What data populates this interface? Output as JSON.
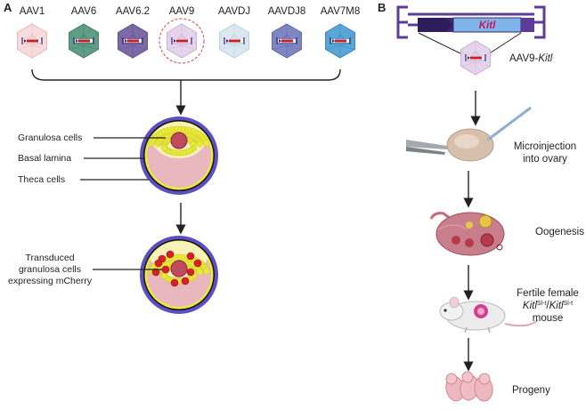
{
  "panel_a": {
    "label": "A",
    "serotypes": [
      {
        "name": "AAV1",
        "color": "#f6dcdc",
        "edge": "#e2b8b8"
      },
      {
        "name": "AAV6",
        "color": "#5f9e86",
        "edge": "#467a66"
      },
      {
        "name": "AAV6.2",
        "color": "#7d6aa8",
        "edge": "#5e4f86"
      },
      {
        "name": "AAV9",
        "color": "#e6d4ec",
        "edge": "#c8b0d4",
        "highlighted": true
      },
      {
        "name": "AAVDJ",
        "color": "#dbe8f0",
        "edge": "#b8cfdc"
      },
      {
        "name": "AAVDJ8",
        "color": "#7f86c4",
        "edge": "#5f66a3"
      },
      {
        "name": "AAV7M8",
        "color": "#5aa6d6",
        "edge": "#3d86b6"
      }
    ],
    "follicle_labels": [
      "Granulosa cells",
      "Basal lamina",
      "Theca cells"
    ],
    "transduced_label": [
      "Transduced",
      "granulosa cells",
      "expressing mCherry"
    ]
  },
  "panel_b": {
    "label": "B",
    "construct_gene": "Kitl",
    "vector_prefix": "AAV9-",
    "vector_gene": "Kitl",
    "steps": [
      {
        "lines": [
          "Microinjection",
          "into ovary"
        ]
      },
      {
        "lines": [
          "Oogenesis"
        ]
      },
      {
        "lines": [
          "Fertile female"
        ],
        "genotype": {
          "a": "Kitl",
          "a_sup": "Sl-t",
          "sep": "/",
          "b": "Kitl",
          "b_sup": "Sl-t"
        },
        "after": "mouse"
      },
      {
        "lines": [
          "Progeny"
        ]
      }
    ]
  },
  "colors": {
    "yellow": "#eaea3a",
    "theca": "#e9b7be",
    "lamina": "#5b4fc4",
    "oocyte": "#c04a5e",
    "mcherry": "#d8202a",
    "construct_purple": "#5c3c96",
    "construct_blue": "#7fb4e8",
    "arrow": "#222222"
  }
}
